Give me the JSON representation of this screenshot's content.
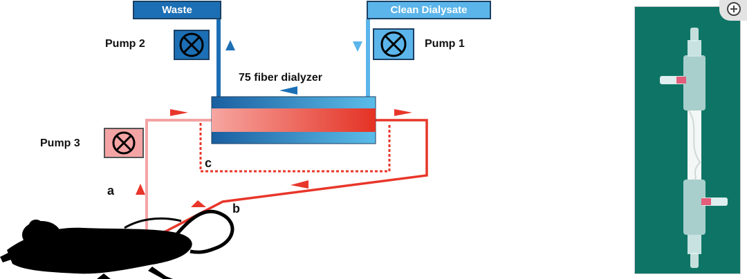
{
  "diagram": {
    "waste_label": "Waste",
    "clean_label": "Clean Dialysate",
    "pump1_label": "Pump 1",
    "pump2_label": "Pump 2",
    "pump3_label": "Pump 3",
    "dialyzer_label": "75 fiber dialyzer",
    "label_a": "a",
    "label_b": "b",
    "label_c": "c"
  },
  "icons": {
    "pump": "pump-x-icon",
    "mouse": "mouse-silhouette",
    "zoom": "zoom-plus-icon"
  },
  "colors": {
    "waste_blue": "#1c6fb4",
    "clean_blue": "#5bb5ea",
    "arterial_pink": "#f4a4a4",
    "venous_red": "#e8362a",
    "photo_green": "#0e7566"
  }
}
